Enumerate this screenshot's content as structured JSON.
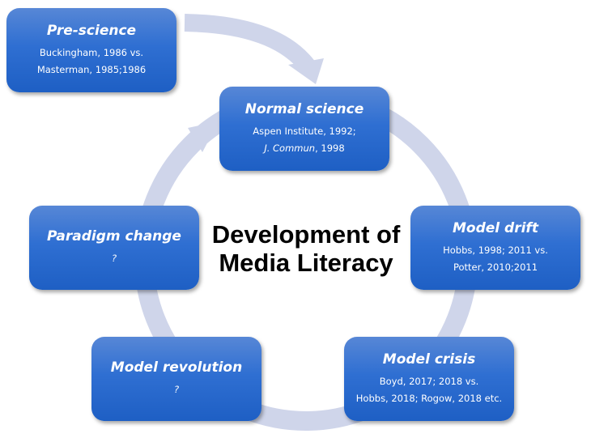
{
  "center_title": {
    "line1": "Development of",
    "line2": "Media Literacy"
  },
  "stages": {
    "pre_science": {
      "title": "Pre-science",
      "line1": "Buckingham, 1986 vs.",
      "line2": "Masterman, 1985;1986"
    },
    "normal_science": {
      "title": "Normal science",
      "line1": "Aspen Institute, 1992;",
      "line2_italic": "J. Commun",
      "line2_rest": ", 1998"
    },
    "model_drift": {
      "title": "Model drift",
      "line1": "Hobbs, 1998; 2011 vs.",
      "line2": "Potter, 2010;2011"
    },
    "model_crisis": {
      "title": "Model crisis",
      "line1": "Boyd, 2017; 2018 vs.",
      "line2": "Hobbs, 2018; Rogow, 2018 etc."
    },
    "model_revolution": {
      "title": "Model revolution",
      "line1": "?"
    },
    "paradigm_change": {
      "title": "Paradigm change",
      "line1": "?"
    }
  },
  "colors": {
    "box": "#2f6fd2",
    "arrow": "#cfd5ea"
  }
}
